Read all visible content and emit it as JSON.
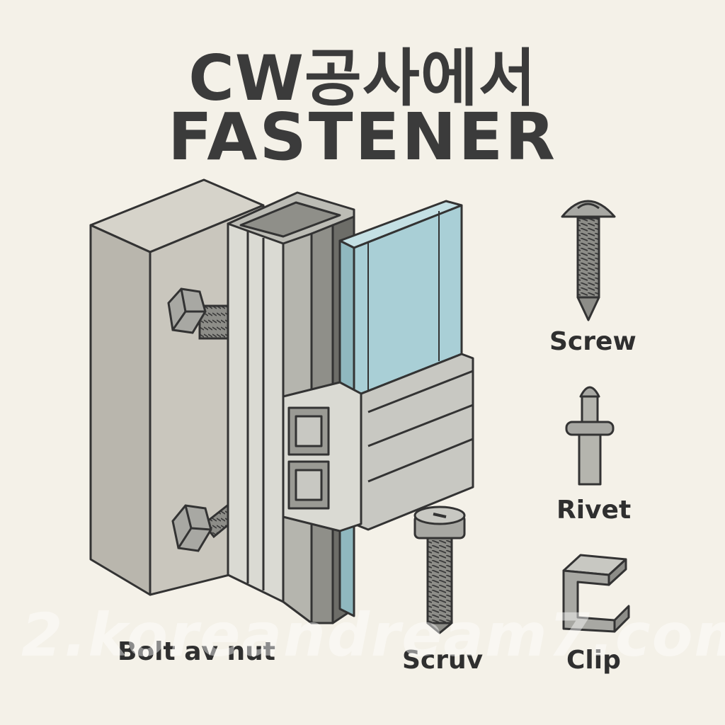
{
  "title": {
    "line1": "CW공사에서",
    "line2": "FASTENER"
  },
  "labels": {
    "screw": "Screw",
    "rivet": "Rivet",
    "bolt": "Bolt av nut",
    "scruv": "Scruv",
    "clip": "Clip"
  },
  "watermark": "2.koreandream7.com",
  "icons": [
    "concrete-block",
    "hex-bolt-icon",
    "aluminum-mullion",
    "glass-panel",
    "transom-profile",
    "round-head-screw-icon",
    "rivet-icon",
    "machine-screw-icon",
    "clip-icon"
  ],
  "colors": {
    "background": "#f4f1e8",
    "concrete": "#c9c6bd",
    "metal": "#c8c8c2",
    "glass": "#a9cfd6",
    "outline": "#333333"
  }
}
